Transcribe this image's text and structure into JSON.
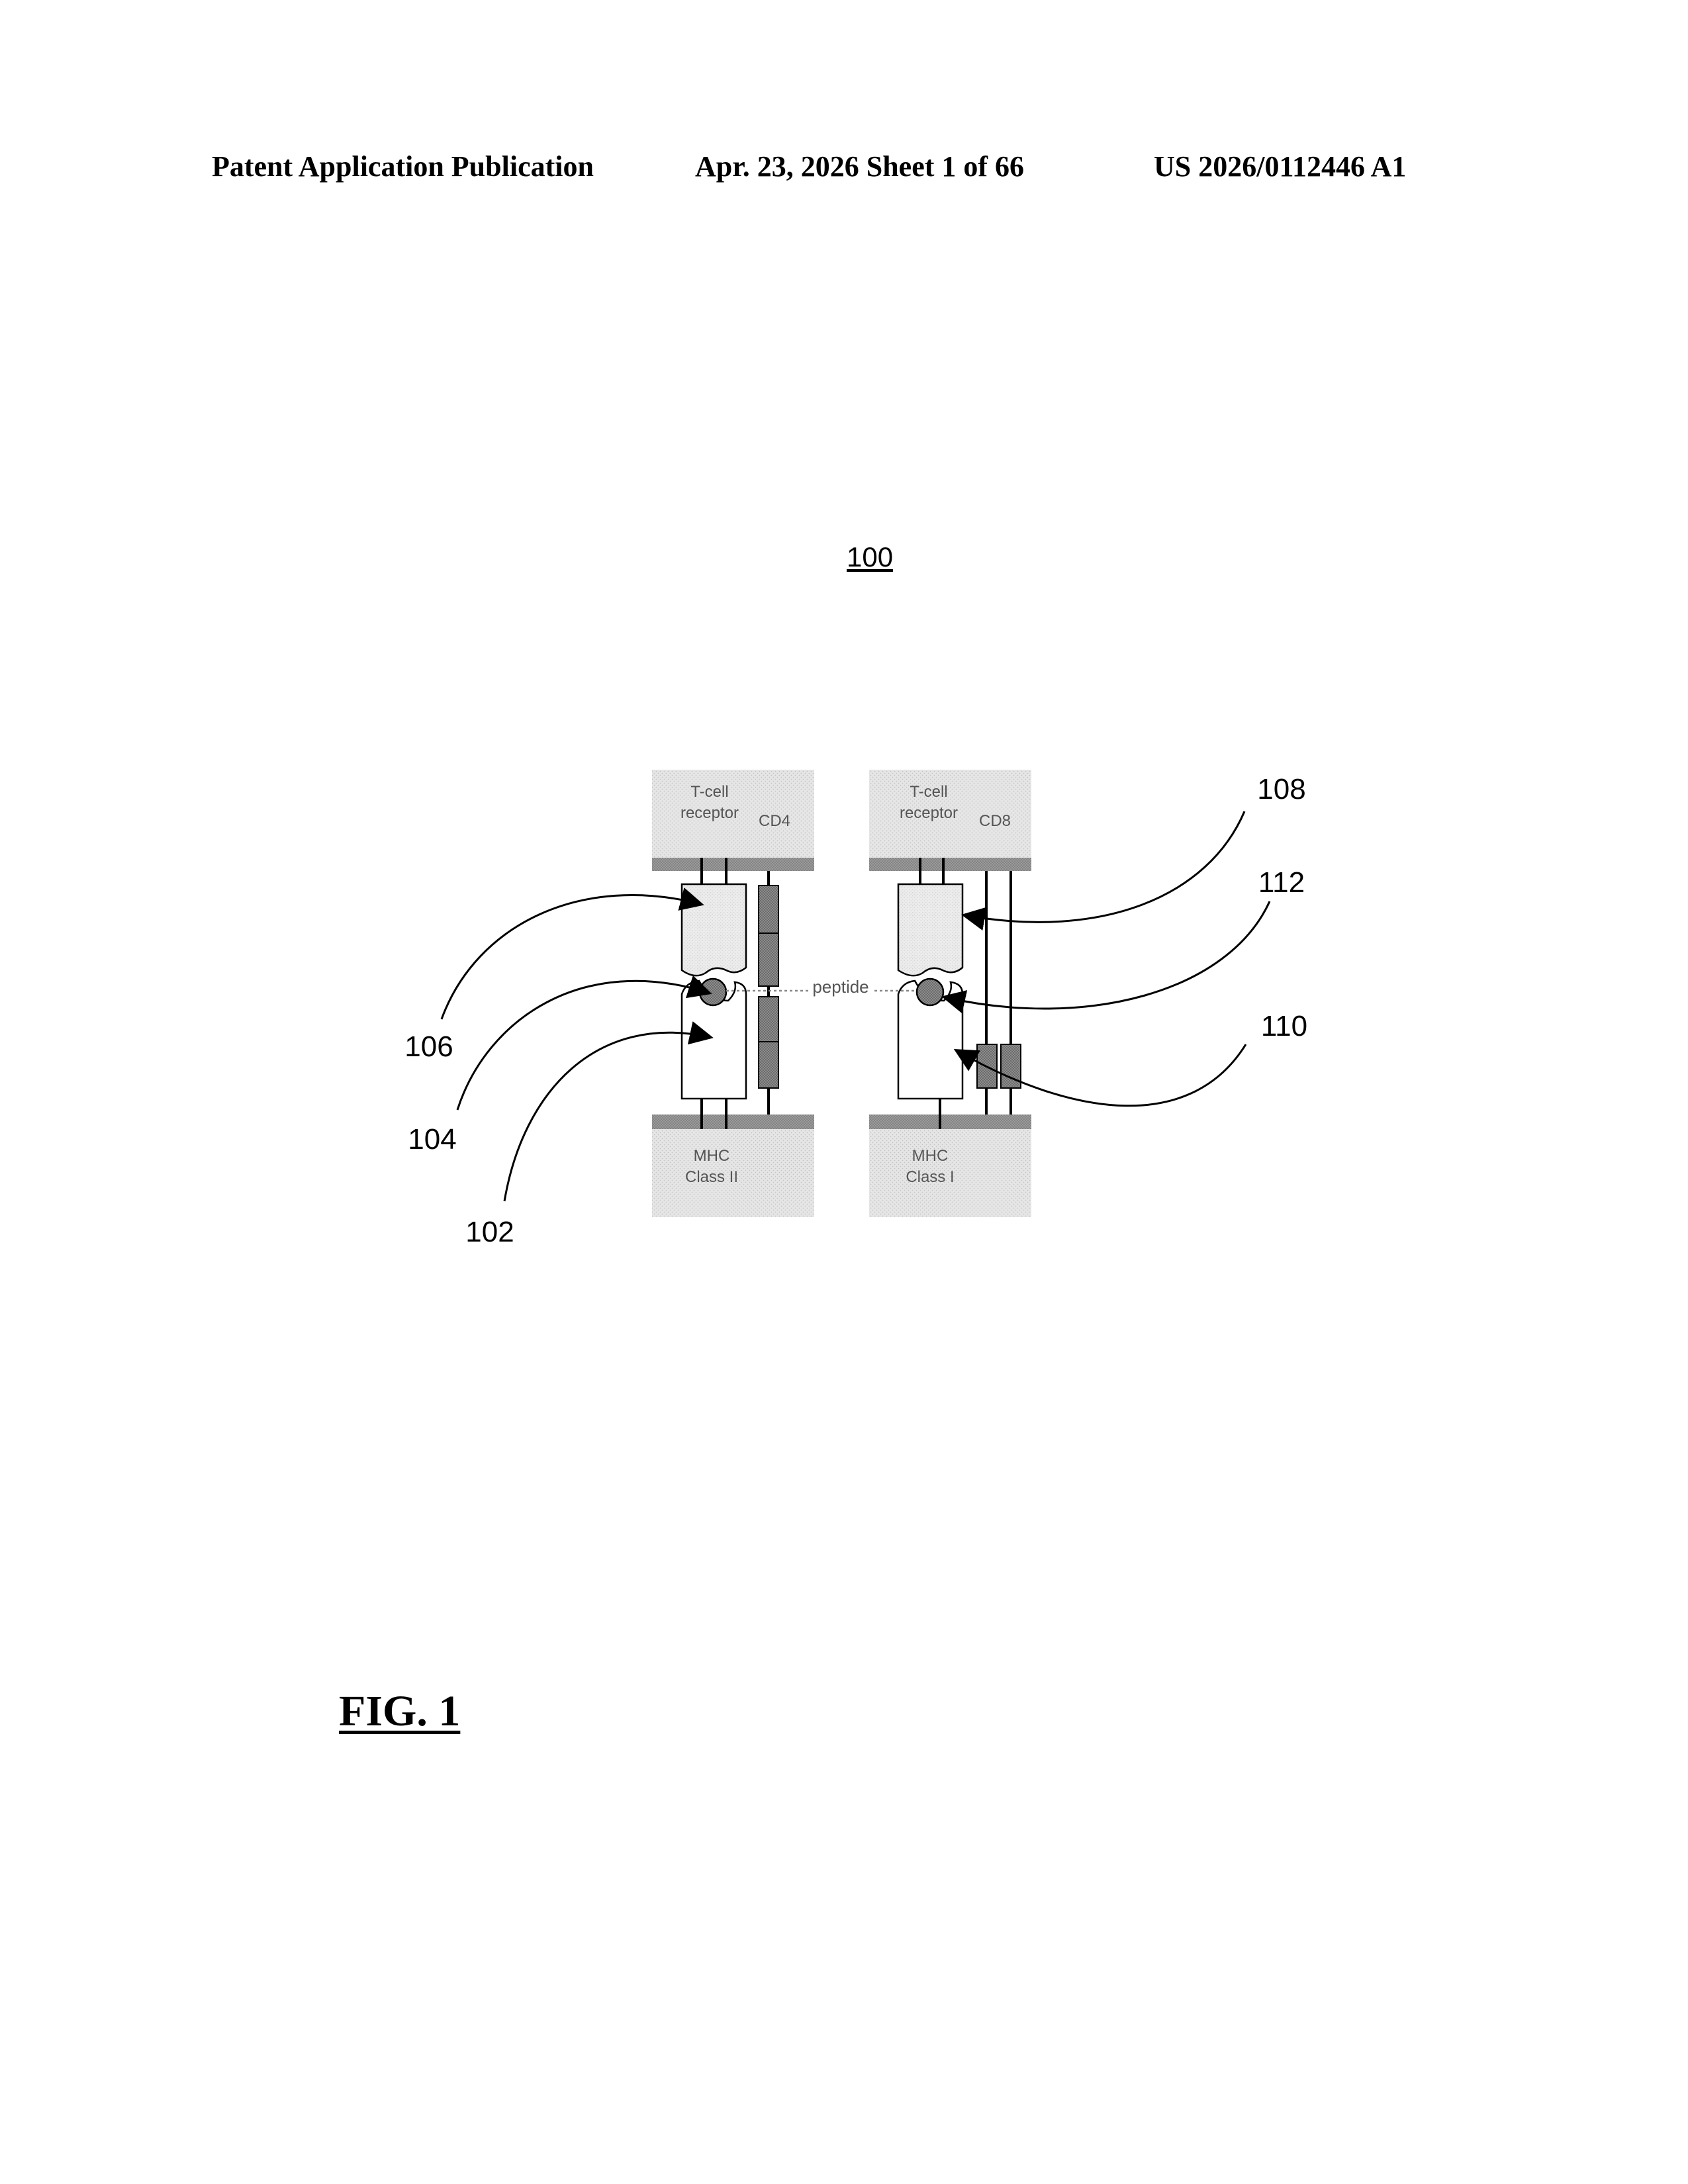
{
  "header": {
    "publication": "Patent Application Publication",
    "date_sheet": "Apr. 23, 2026  Sheet 1 of 66",
    "number": "US 2026/0112446 A1"
  },
  "figure": {
    "reference_number": "100",
    "caption": "FIG. 1",
    "left_panel": {
      "top_label": [
        "T-cell",
        "receptor"
      ],
      "coreceptor_label": "CD4",
      "bottom_label": [
        "MHC",
        "Class II"
      ]
    },
    "right_panel": {
      "top_label": [
        "T-cell",
        "receptor"
      ],
      "coreceptor_label": "CD8",
      "bottom_label": [
        "MHC",
        "Class I"
      ]
    },
    "center_label": "peptide",
    "callouts": [
      "108",
      "112",
      "110",
      "106",
      "104",
      "102"
    ]
  }
}
